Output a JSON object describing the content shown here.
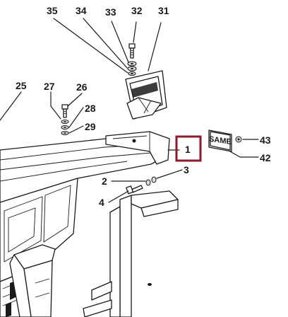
{
  "labels": {
    "l35": "35",
    "l34": "34",
    "l33": "33",
    "l32": "32",
    "l31": "31",
    "l25": "25",
    "l27": "27",
    "l26": "26",
    "l28": "28",
    "l29": "29",
    "l1": "1",
    "l3": "3",
    "l2": "2",
    "l4": "4",
    "l43": "43",
    "l42": "42"
  },
  "emblem_text": "SAME",
  "highlight_color": "#8b1a2b"
}
